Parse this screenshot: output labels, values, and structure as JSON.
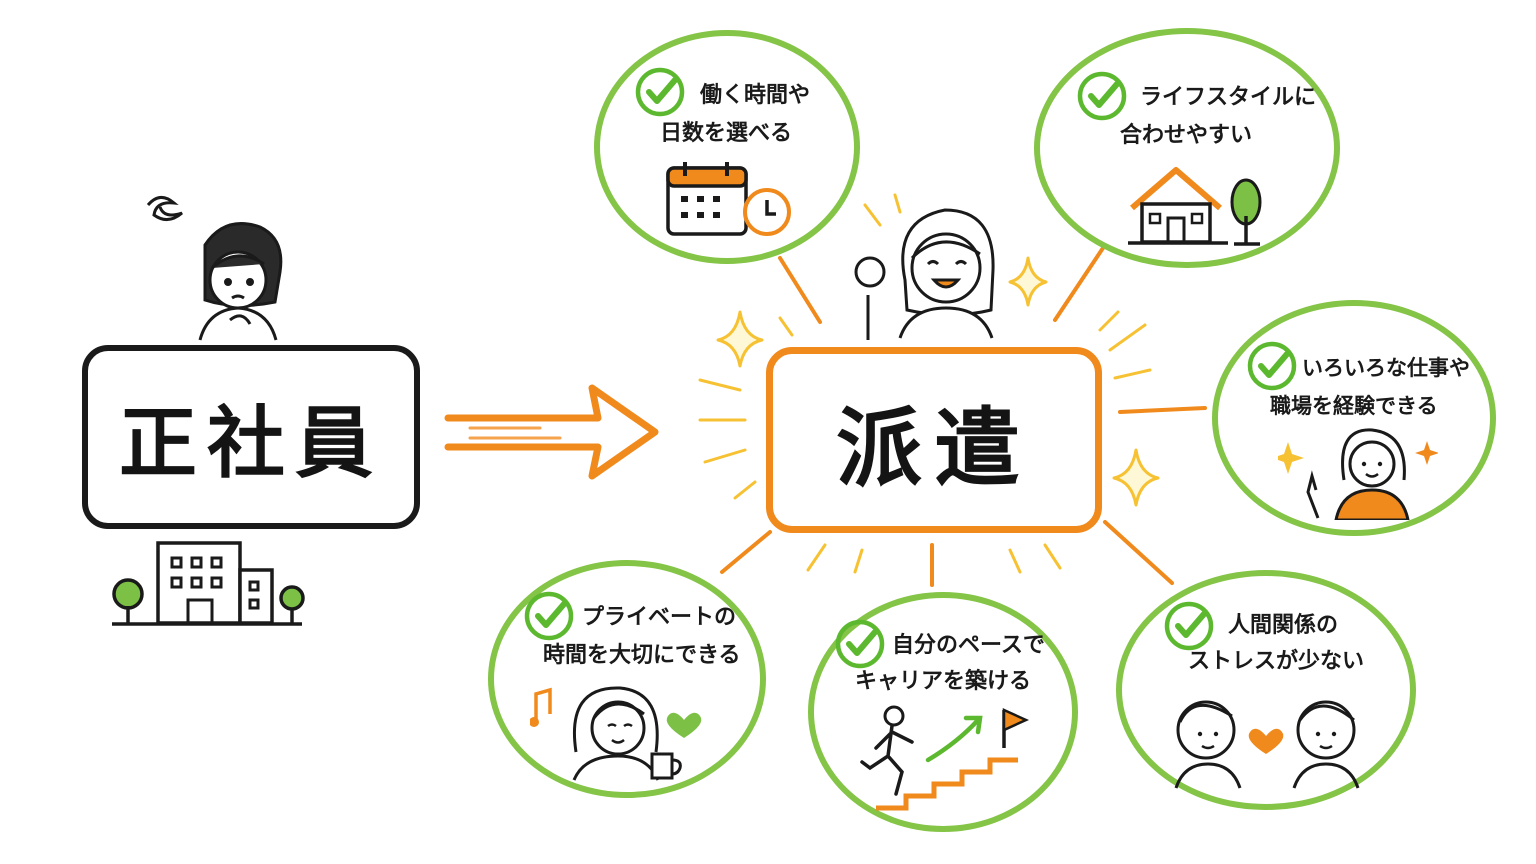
{
  "left_box": {
    "label": "正社員"
  },
  "center_box": {
    "label": "派遣"
  },
  "colors": {
    "accent": "#f08a1c",
    "bubble_border": "#84c446",
    "check": "#5cb82e",
    "ink": "#1a1a1a"
  },
  "benefits": [
    {
      "line1": "働く時間や",
      "line2": "日数を選べる",
      "icon": "calendar-clock-icon"
    },
    {
      "line1": "ライフスタイルに",
      "line2": "合わせやすい",
      "icon": "house-tree-icon"
    },
    {
      "line1": "いろいろな仕事や",
      "line2": "職場を経験できる",
      "icon": "pointing-woman-icon"
    },
    {
      "line1": "プライベートの",
      "line2": "時間を大切にできる",
      "icon": "woman-coffee-icon"
    },
    {
      "line1": "自分のペースで",
      "line2": "キャリアを築ける",
      "icon": "runner-stairs-flag-icon"
    },
    {
      "line1": "人間関係の",
      "line2": "ストレスが少ない",
      "icon": "two-people-heart-icon"
    }
  ]
}
